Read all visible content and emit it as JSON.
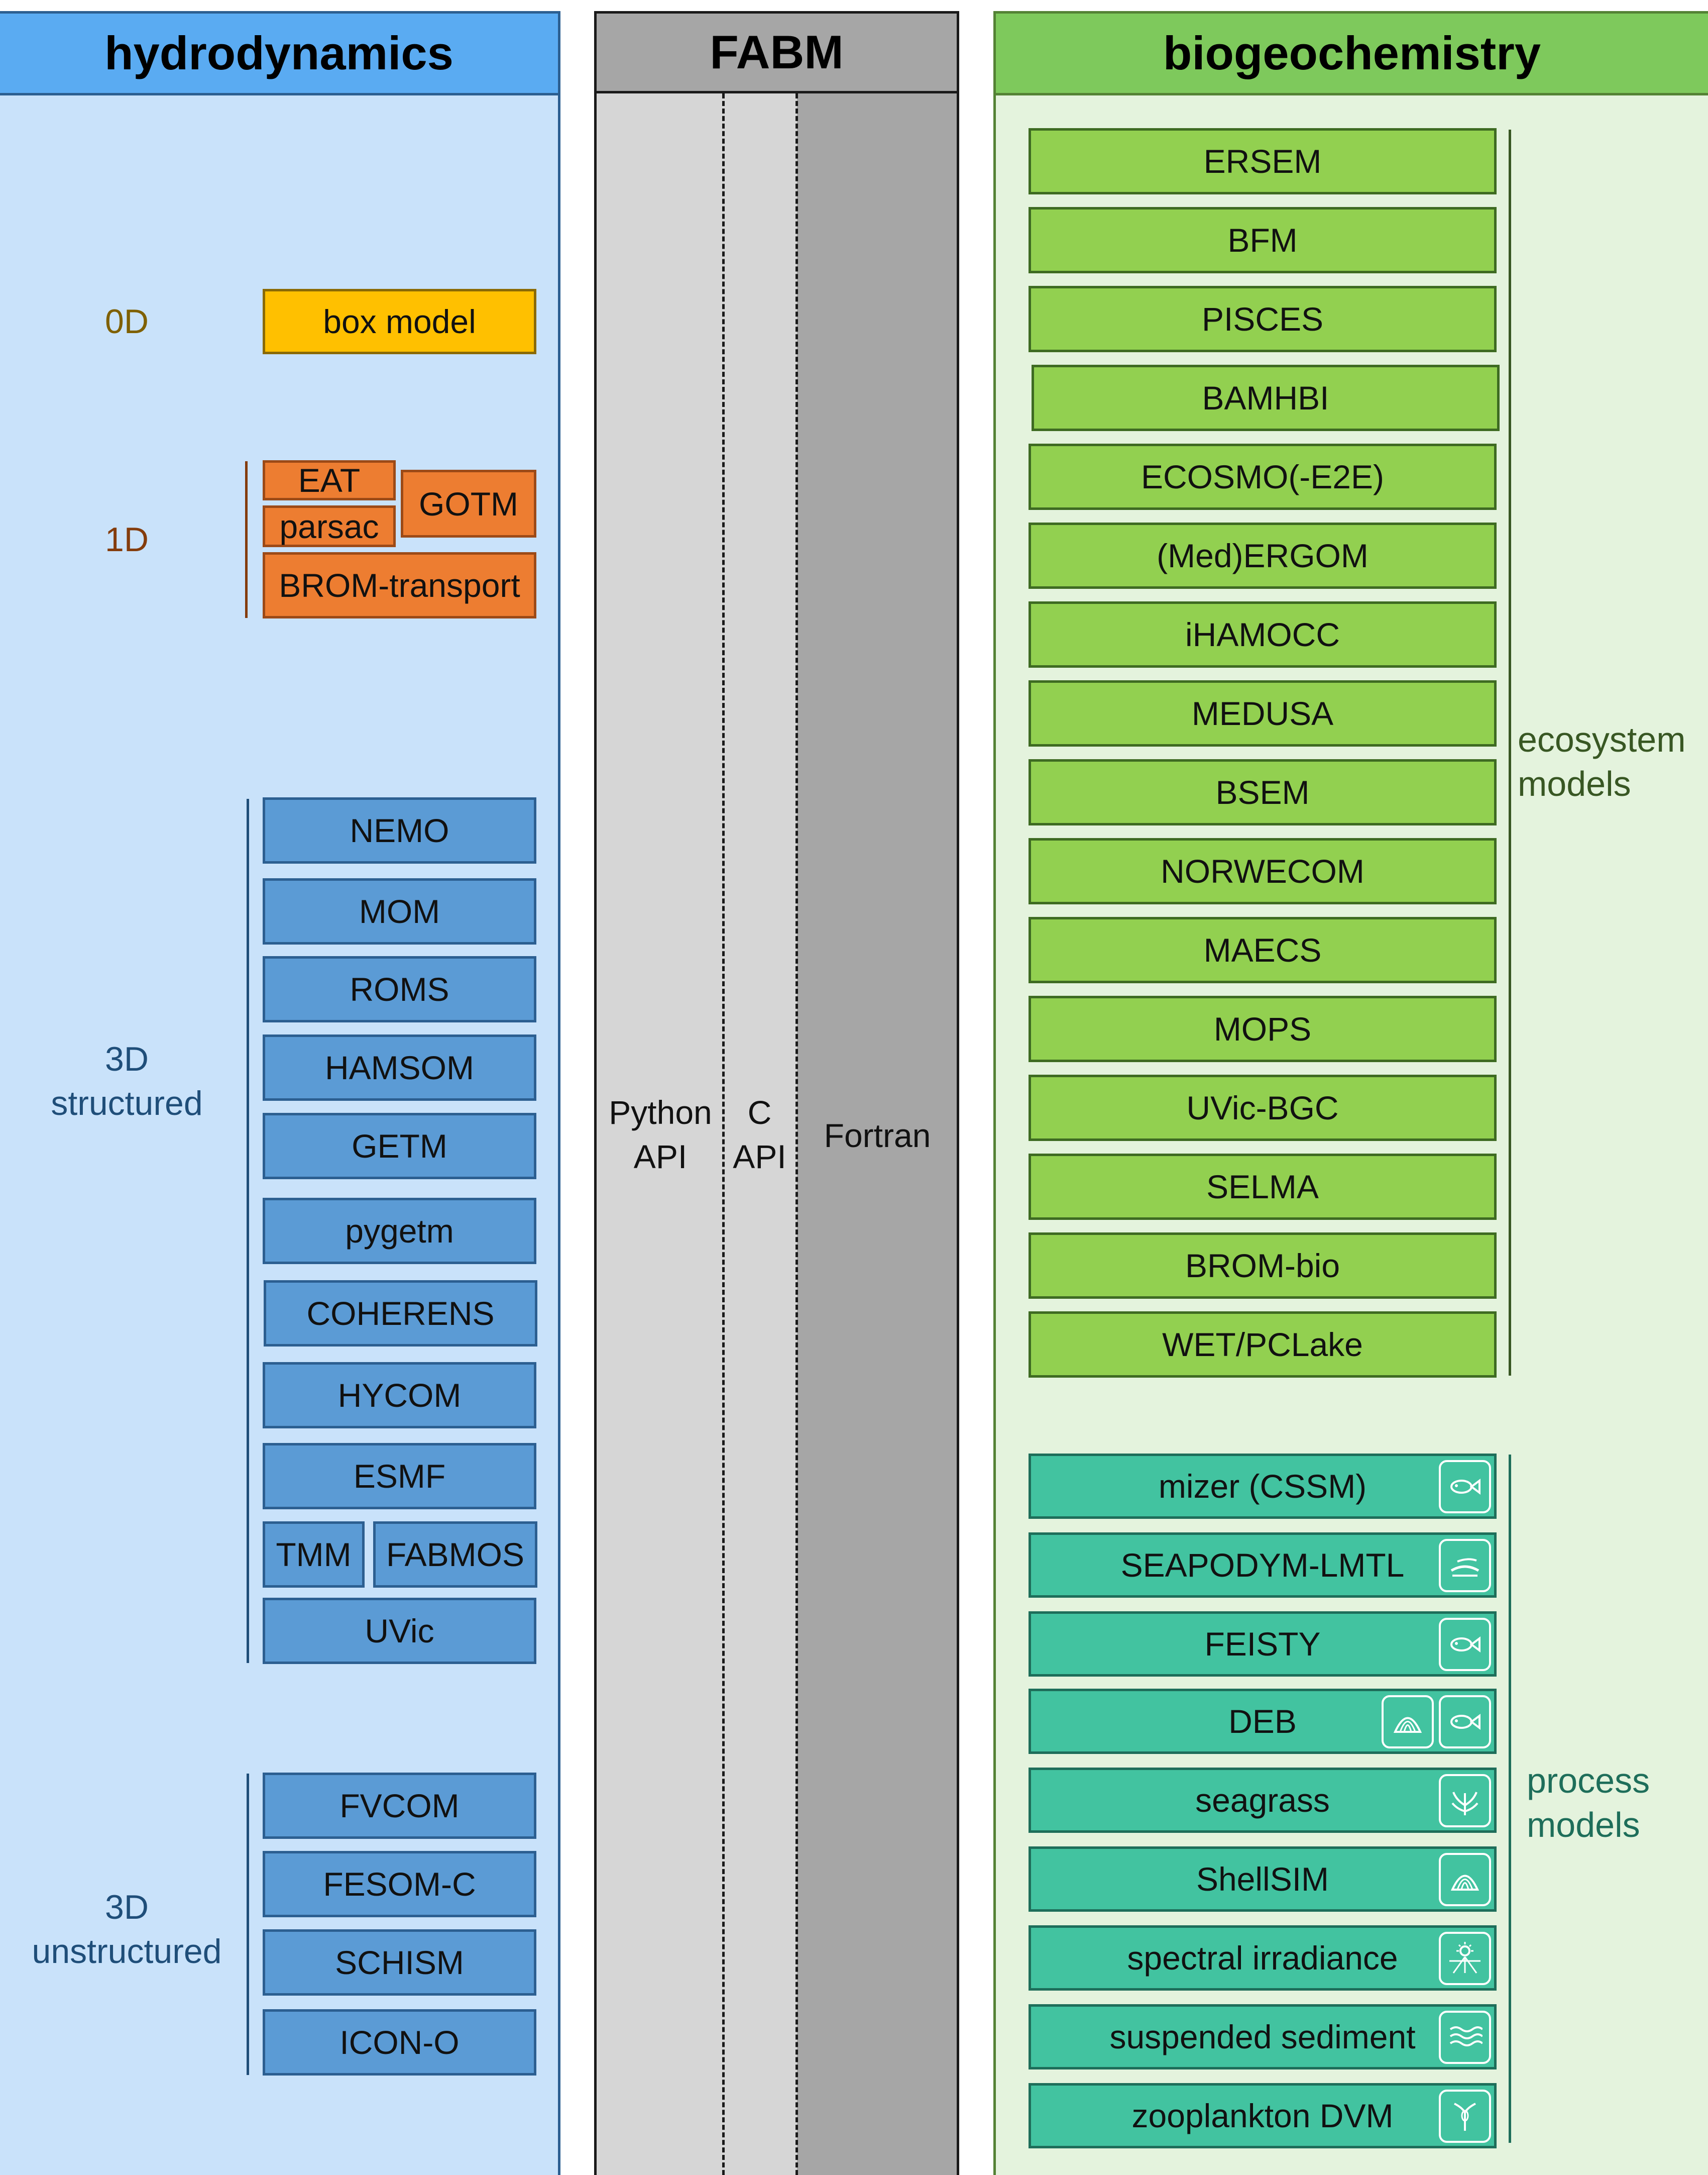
{
  "headers": {
    "hydrodynamics": "hydrodynamics",
    "fabm": "FABM",
    "biogeochemistry": "biogeochemistry"
  },
  "fabm_layers": {
    "python_line1": "Python",
    "python_line2": "API",
    "c_line1": "C",
    "c_line2": "API",
    "fortran": "Fortran"
  },
  "group_labels": {
    "zero_d": "0D",
    "one_d": "1D",
    "three_d_structured": [
      "3D",
      "structured"
    ],
    "three_d_unstructured": [
      "3D",
      "unstructured"
    ],
    "ecosystem": [
      "ecosystem",
      "models"
    ],
    "process": [
      "process",
      "models"
    ]
  },
  "hydro_0d": [
    "box model"
  ],
  "hydro_1d": [
    "EAT",
    "parsac",
    "GOTM",
    "BROM-transport"
  ],
  "hydro_3d_structured": [
    "NEMO",
    "MOM",
    "ROMS",
    "HAMSOM",
    "GETM",
    "pygetm",
    "COHERENS",
    "HYCOM",
    "ESMF",
    "TMM",
    "FABMOS",
    "UVic"
  ],
  "hydro_3d_unstructured": [
    "FVCOM",
    "FESOM-C",
    "SCHISM",
    "ICON-O"
  ],
  "ecosystem_models": [
    "ERSEM",
    "BFM",
    "PISCES",
    "BAMHBI",
    "ECOSMO(-E2E)",
    "(Med)ERGOM",
    "iHAMOCC",
    "MEDUSA",
    "BSEM",
    "NORWECOM",
    "MAECS",
    "MOPS",
    "UVic-BGC",
    "SELMA",
    "BROM-bio",
    "WET/PCLake"
  ],
  "process_models": [
    {
      "label": "mizer (CSSM)",
      "icons": [
        "fish-icon"
      ]
    },
    {
      "label": "SEAPODYM-LMTL",
      "icons": [
        "shrimp-icon"
      ]
    },
    {
      "label": "FEISTY",
      "icons": [
        "fish-icon"
      ]
    },
    {
      "label": "DEB",
      "icons": [
        "shell-icon",
        "fish-icon"
      ]
    },
    {
      "label": "seagrass",
      "icons": [
        "seagrass-icon"
      ]
    },
    {
      "label": "ShellSIM",
      "icons": [
        "shell-icon"
      ]
    },
    {
      "label": "spectral irradiance",
      "icons": [
        "sun-icon"
      ]
    },
    {
      "label": "suspended sediment",
      "icons": [
        "waves-icon"
      ]
    },
    {
      "label": "zooplankton DVM",
      "icons": [
        "zooplankton-icon"
      ]
    }
  ],
  "colors": {
    "hydro_header": "#5aabf2",
    "hydro_bg": "#c9e2fa",
    "hydro_box": "#5b9bd5",
    "one_d_box": "#ed7d31",
    "zero_d_box": "#ffc000",
    "fabm_header": "#a6a6a6",
    "fabm_bg": "#d6d6d6",
    "bgc_header": "#7ec95c",
    "bgc_bg": "#e4f3dd",
    "eco_box": "#92d050",
    "process_box": "#42c3a0",
    "label_0d": "#7f6000",
    "label_1d": "#843c0c",
    "label_3d": "#1f4e79",
    "label_eco": "#385723",
    "label_process": "#1e6e5a"
  }
}
